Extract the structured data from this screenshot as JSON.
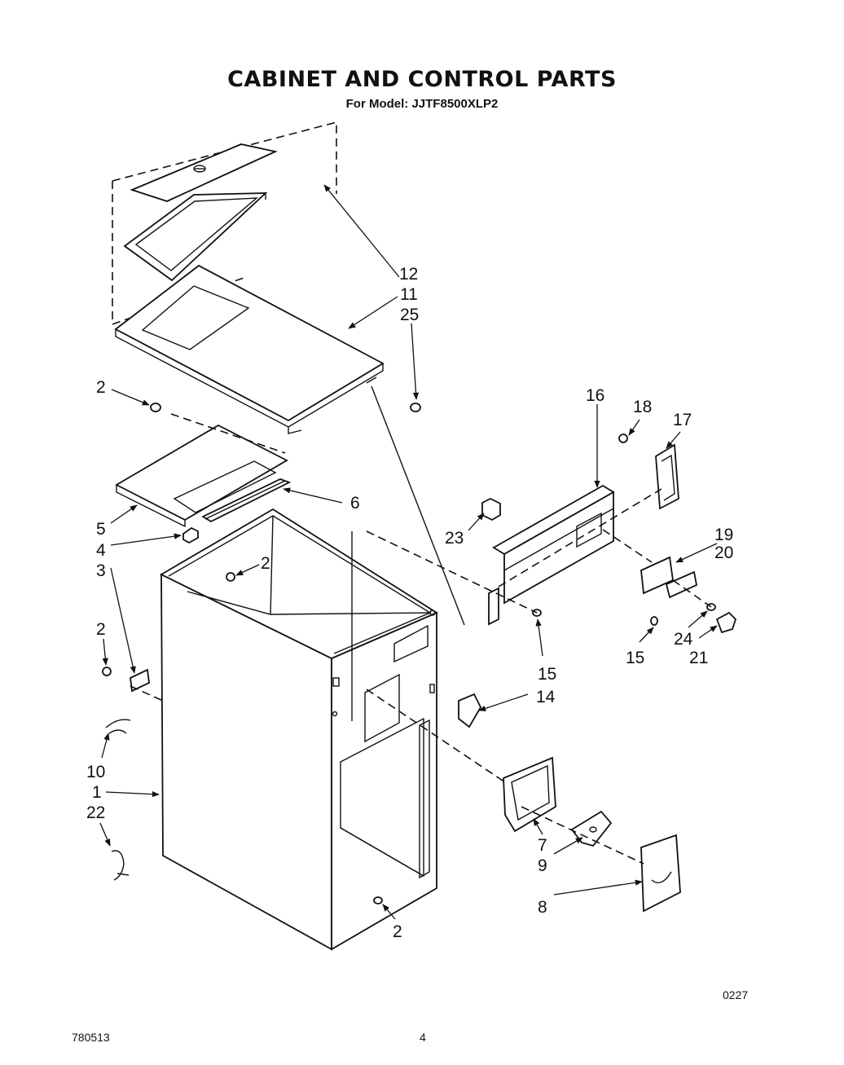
{
  "header": {
    "title": "CABINET AND CONTROL PARTS",
    "subtitle": "For Model: JJTF8500XLP2"
  },
  "footer": {
    "code_right": "0227",
    "code_left": "780513",
    "page_number": "4"
  },
  "callouts": {
    "c12": "12",
    "c11": "11",
    "c25": "25",
    "c2a": "2",
    "c2b": "2",
    "c2c": "2",
    "c2d": "2",
    "c6": "6",
    "c5": "5",
    "c4": "4",
    "c3": "3",
    "c16": "16",
    "c18": "18",
    "c17": "17",
    "c23": "23",
    "c19": "19",
    "c20": "20",
    "c15a": "15",
    "c15b": "15",
    "c24": "24",
    "c21": "21",
    "c14": "14",
    "c10": "10",
    "c1": "1",
    "c22": "22",
    "c7": "7",
    "c9": "9",
    "c8": "8"
  }
}
